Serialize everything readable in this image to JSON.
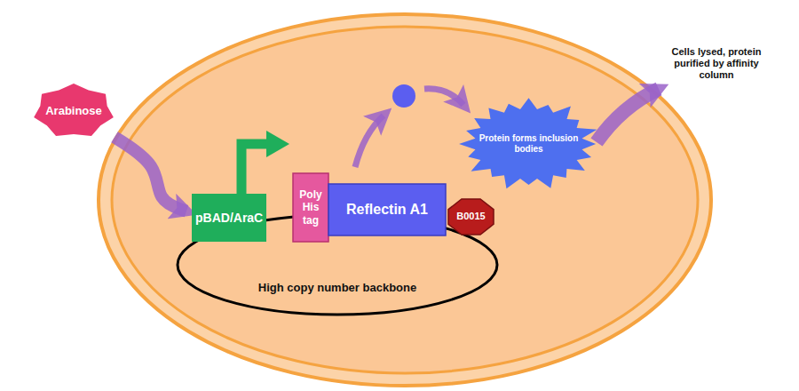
{
  "diagram": {
    "nodes": [
      {
        "text": [
          "Arabinose"
        ]
      },
      {
        "text": [
          "pBAD/AraC"
        ]
      },
      {
        "text": [
          "Poly His tag"
        ]
      },
      {
        "text": [
          "Reflectin A1"
        ]
      },
      {
        "text": [
          "B0015"
        ]
      },
      {
        "text": [
          "Protein forms inclusion bodies"
        ]
      }
    ],
    "edges": [
      {
        "from": 0,
        "to": 1,
        "arrow": "to"
      }
    ],
    "labels": [
      "Cells lysed, protein purified by affinity column",
      "High copy number backbone"
    ]
  }
}
